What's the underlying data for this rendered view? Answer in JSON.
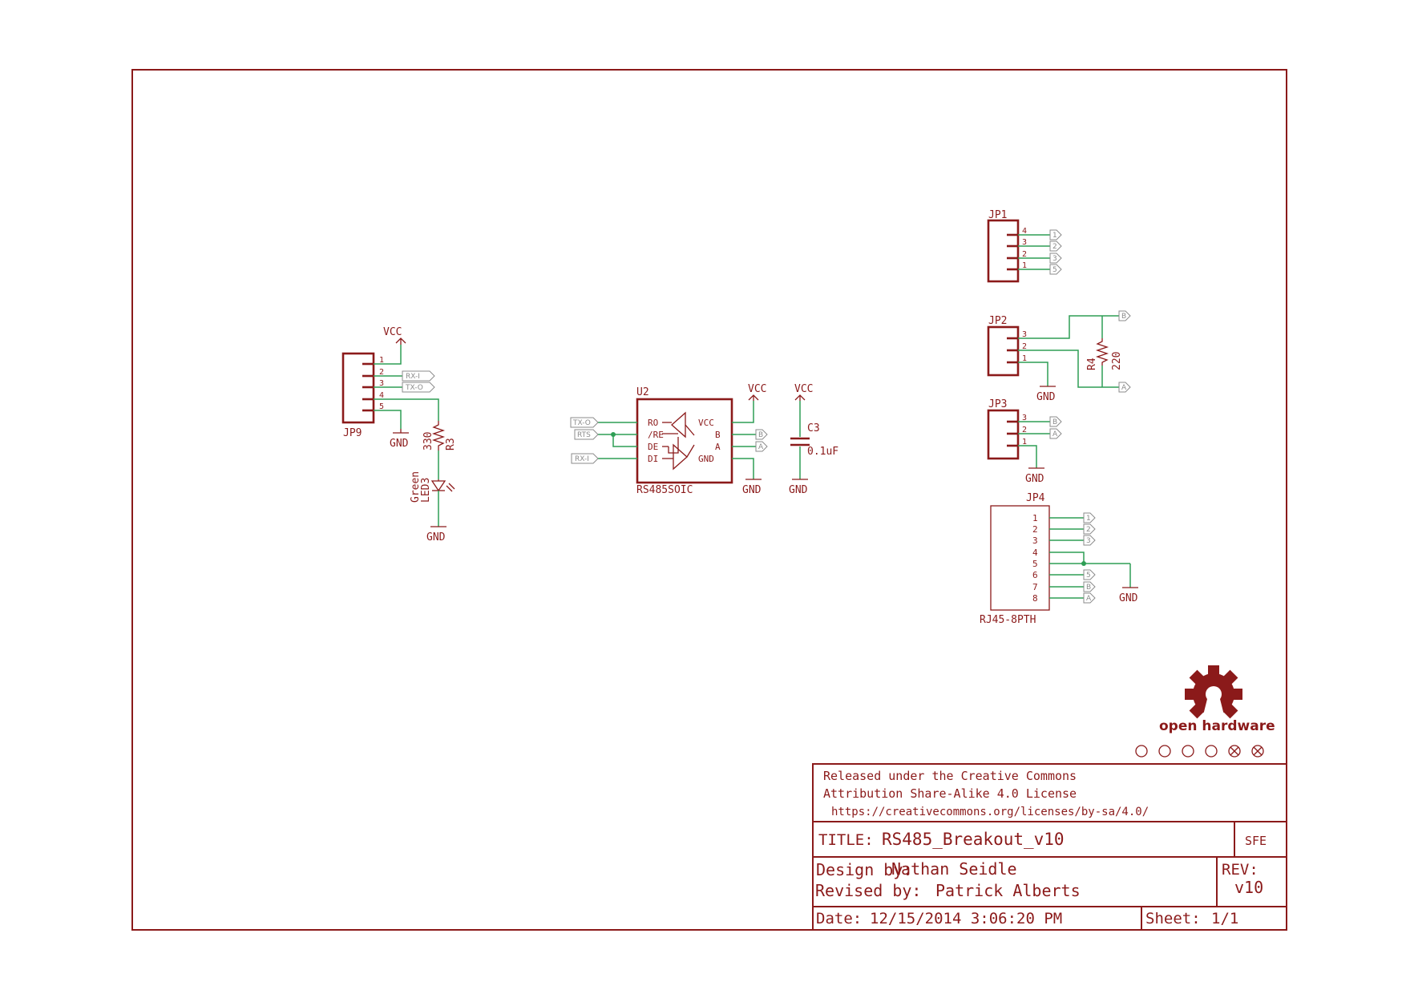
{
  "schematic": {
    "colors": {
      "part": "#8b1a1a",
      "wire": "#2e9e55",
      "flag": "#8b8b8b"
    },
    "power_labels": {
      "vcc": "VCC",
      "gnd": "GND"
    },
    "jp9": {
      "ref": "JP9",
      "pins": [
        "1",
        "2",
        "3",
        "4",
        "5"
      ],
      "net_rx": "RX-I",
      "net_tx": "TX-O"
    },
    "r3": {
      "ref": "R3",
      "value": "330"
    },
    "led3": {
      "ref": "LED3",
      "value": "Green"
    },
    "u2": {
      "ref": "U2",
      "value": "RS485SOIC",
      "left_pins": [
        "RO",
        "/RE",
        "DE",
        "DI"
      ],
      "right_pins": [
        "VCC",
        "B",
        "A",
        "GND"
      ],
      "net_txo": "TX-O",
      "net_rts": "RTS",
      "net_rxi": "RX-I",
      "net_b": "B",
      "net_a": "A"
    },
    "c3": {
      "ref": "C3",
      "value": "0.1uF"
    },
    "jp1": {
      "ref": "JP1",
      "pins": [
        "4",
        "3",
        "2",
        "1"
      ],
      "nets": [
        "1",
        "2",
        "3",
        "5"
      ]
    },
    "jp2": {
      "ref": "JP2",
      "pins": [
        "3",
        "2",
        "1"
      ],
      "net_b": "B",
      "net_a": "A"
    },
    "r4": {
      "ref": "R4",
      "value": "220"
    },
    "jp3": {
      "ref": "JP3",
      "pins": [
        "3",
        "2",
        "1"
      ],
      "nets": [
        "B",
        "A"
      ]
    },
    "jp4": {
      "ref": "JP4",
      "value": "RJ45-8PTH",
      "pins": [
        "1",
        "2",
        "3",
        "4",
        "5",
        "6",
        "7",
        "8"
      ],
      "nets": [
        "1",
        "2",
        "3",
        "5",
        "B",
        "A"
      ]
    }
  },
  "logo": {
    "text": "open hardware",
    "icon": "gear-icon"
  },
  "title_block": {
    "license_line1": "Released under the Creative Commons",
    "license_line2": "Attribution Share-Alike 4.0 License",
    "license_url": "https://creativecommons.org/licenses/by-sa/4.0/",
    "title_label": "TITLE:",
    "title_value": "RS485_Breakout_v10",
    "company": "SFE",
    "design_label": "Design by:",
    "design_value": "Nathan Seidle",
    "revised_label": "Revised by:",
    "revised_value": "Patrick Alberts",
    "rev_label": "REV:",
    "rev_value": "v10",
    "date_label": "Date:",
    "date_value": "12/15/2014 3:06:20 PM",
    "sheet_label": "Sheet:",
    "sheet_value": "1/1"
  }
}
